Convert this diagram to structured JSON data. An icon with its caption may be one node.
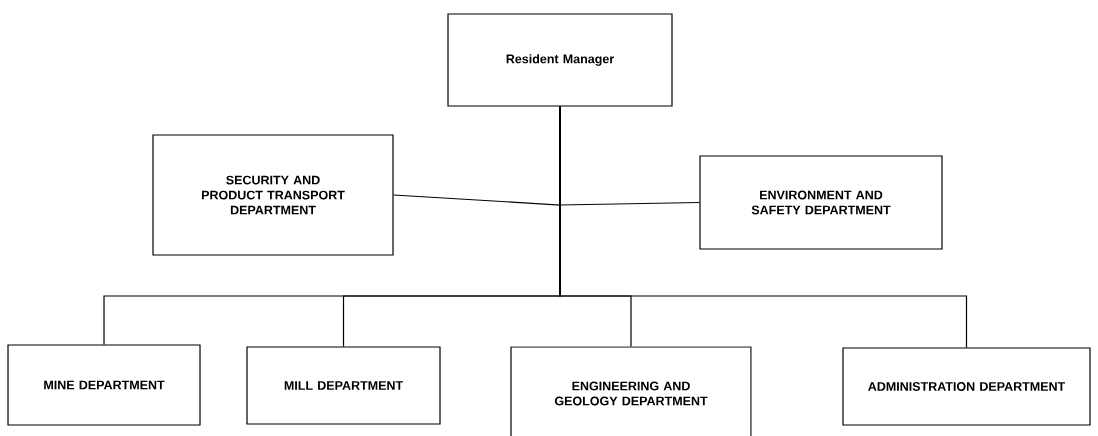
{
  "diagram": {
    "nodes": [
      {
        "text": [
          "Resident Manager"
        ]
      },
      {
        "text": [
          "SECURITY AND PRODUCT TRANSPORT DEPARTMENT"
        ]
      },
      {
        "text": [
          "ENVIRONMENT AND SAFETY DEPARTMENT"
        ]
      },
      {
        "text": [
          "MINE DEPARTMENT"
        ]
      },
      {
        "text": [
          "MILL DEPARTMENT"
        ]
      },
      {
        "text": [
          "ENGINEERING AND GEOLOGY DEPARTMENT"
        ]
      },
      {
        "text": [
          "ADMINISTRATION DEPARTMENT"
        ]
      }
    ],
    "edges": [
      {
        "from": 0,
        "to": 1,
        "arrow": "none"
      },
      {
        "from": 0,
        "to": 2,
        "arrow": "none"
      },
      {
        "from": 0,
        "to": 3,
        "arrow": "none"
      },
      {
        "from": 0,
        "to": 4,
        "arrow": "none"
      },
      {
        "from": 0,
        "to": 5,
        "arrow": "none"
      },
      {
        "from": 0,
        "to": 6,
        "arrow": "none"
      }
    ]
  }
}
